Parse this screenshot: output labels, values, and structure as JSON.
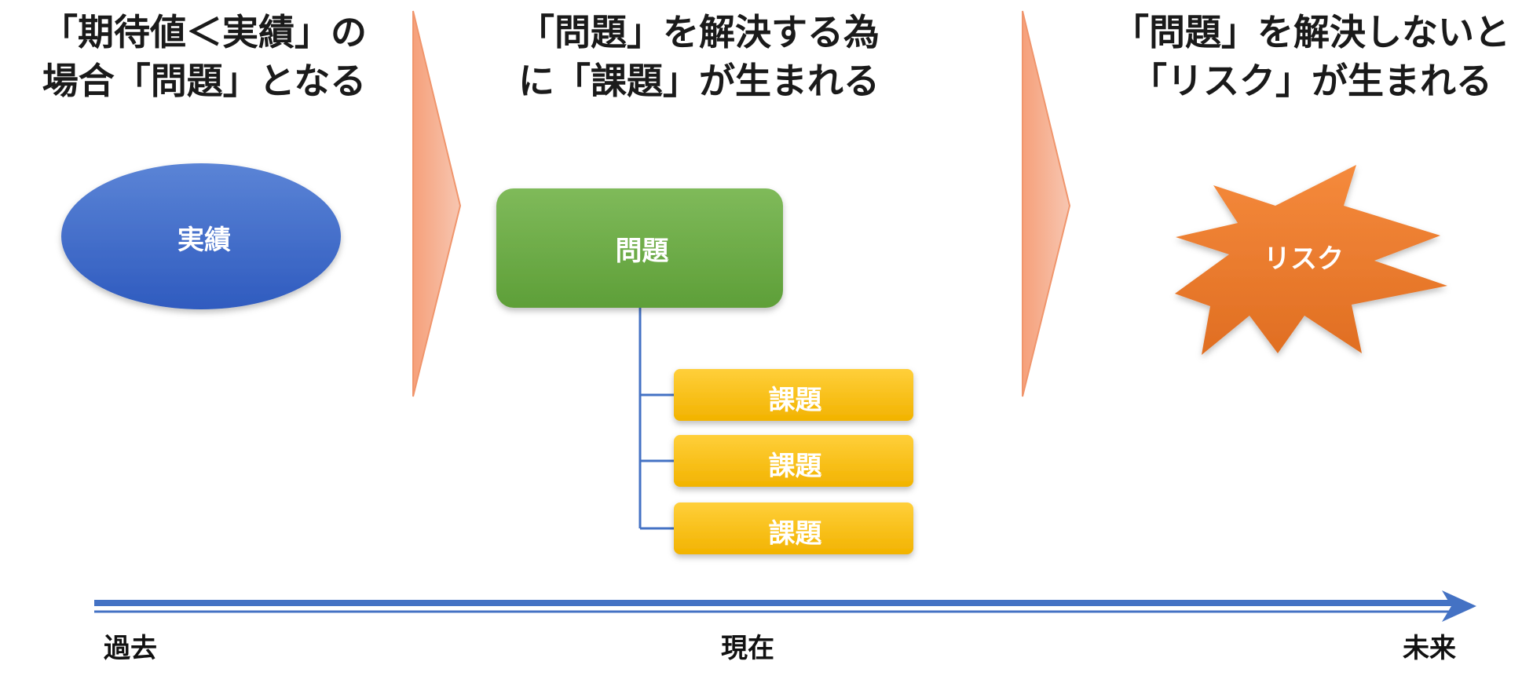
{
  "headings": {
    "col1": {
      "line1": "「期待値＜実績」の",
      "line2": "場合「問題」となる"
    },
    "col2": {
      "line1": "「問題」を解決する為",
      "line2": "に「課題」が生まれる"
    },
    "col3": {
      "line1": "「問題」を解決しないと",
      "line2": "「リスク」が生まれる"
    }
  },
  "shapes": {
    "jisseki": "実績",
    "mondai": "問題",
    "kadai": [
      "課題",
      "課題",
      "課題"
    ],
    "risk": "リスク"
  },
  "timeline": {
    "past": "過去",
    "present": "現在",
    "future": "未来"
  },
  "colors": {
    "ellipse_blue": "#3a68c8",
    "problem_green": "#6fad47",
    "task_yellow": "#ffc000",
    "risk_orange": "#ed7d31",
    "chevron_salmon": "#f4a582",
    "timeline_blue": "#4472c4"
  }
}
